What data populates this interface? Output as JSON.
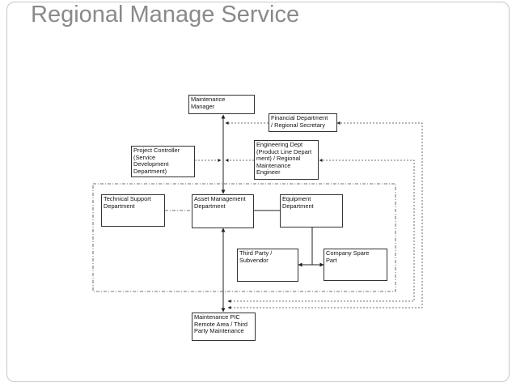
{
  "slide": {
    "title": "Regional Manage Service"
  },
  "diagram": {
    "nodes": {
      "maintenance_manager": "Maintenance\nManager",
      "financial_department": "Financial Department\n/ Regional Secretary",
      "project_controller": "Project Controller\n(Service\nDevelopment\nDepartment)",
      "engineering_dept": "Engineering Dept\n(Product Line Depart\nment) / Regional\nMaintenance\nEngineer",
      "technical_support": "Technical Support\nDepartment",
      "asset_management": "Asset Management\nDepartment",
      "equipment_department": "Equipment\nDepartment",
      "third_party": "Third Party /\nSubvendor",
      "company_spare_part": "Company Spare\nPart",
      "maintenance_pic": "Maintenance PIC\nRemote Area / Third\nParty Maintenance"
    }
  }
}
